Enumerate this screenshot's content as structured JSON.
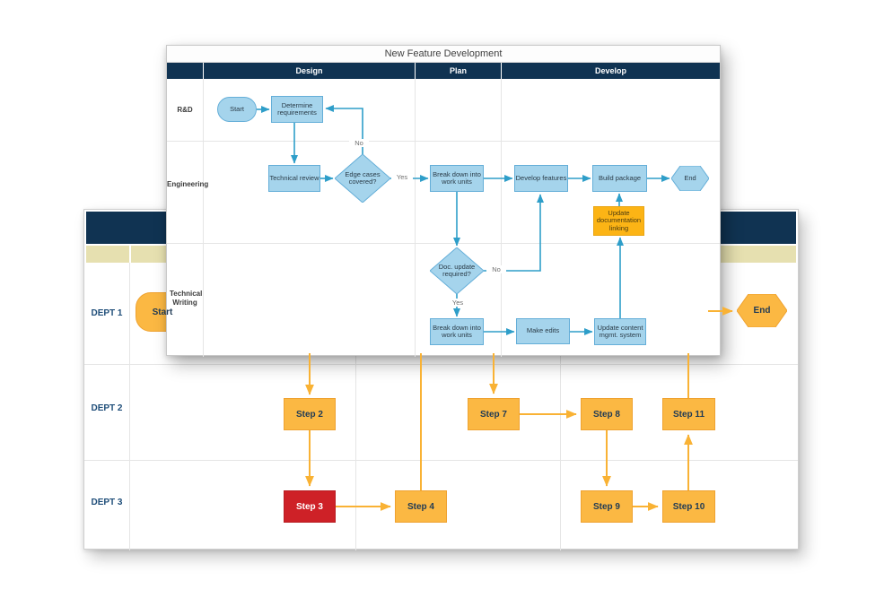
{
  "foreground_chart": {
    "title": "New Feature Development",
    "phases": [
      {
        "label": "Design"
      },
      {
        "label": "Plan"
      },
      {
        "label": "Develop"
      }
    ],
    "lanes": [
      {
        "label": "R&D"
      },
      {
        "label": "Engineering"
      },
      {
        "label": "Technical Writing"
      }
    ],
    "nodes": {
      "start": "Start",
      "determine_requirements": "Determine requirements",
      "technical_review": "Technical review",
      "edge_cases_covered": "Edge cases covered?",
      "break_down_work_units_eng": "Break down into work units",
      "develop_features": "Develop features",
      "build_package": "Build package",
      "end": "End",
      "doc_update_required": "Doc. update required?",
      "break_down_work_units_tw": "Break down into work units",
      "make_edits": "Make edits",
      "update_content_mgmt": "Update content mgmt. system",
      "update_documentation_linking": "Update documentation linking"
    },
    "edge_labels": {
      "edge_cases_no": "No",
      "edge_cases_yes": "Yes",
      "doc_update_no": "No",
      "doc_update_yes": "Yes"
    },
    "colors": {
      "header_navy": "#103352",
      "shape_blue_fill": "#a5d4ec",
      "shape_blue_stroke": "#64aed8",
      "connector_blue": "#2e9ec9",
      "highlight_amber": "#fcb415"
    }
  },
  "background_chart": {
    "lanes": [
      {
        "label": "DEPT 1"
      },
      {
        "label": "DEPT 2"
      },
      {
        "label": "DEPT 3"
      }
    ],
    "nodes": {
      "start": "Start",
      "step2": "Step 2",
      "step3": "Step 3",
      "step4": "Step 4",
      "step7": "Step 7",
      "step8": "Step 8",
      "step9": "Step 9",
      "step10": "Step 10",
      "step11": "Step 11",
      "end": "End"
    },
    "colors": {
      "header_navy": "#103352",
      "phase_band_tan": "#e6e0b0",
      "step_amber": "#fbb843",
      "alert_red": "#ce2127",
      "connector_amber": "#f9b234",
      "label_navy": "#1f4e79"
    }
  }
}
